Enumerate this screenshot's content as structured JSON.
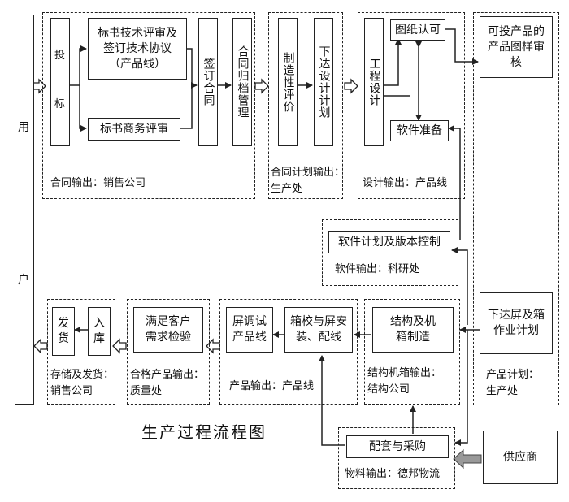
{
  "title": "生产过程流程图",
  "user": {
    "top": "用",
    "bottom": "户"
  },
  "contract": {
    "bid": {
      "top": "投",
      "bottom": "标"
    },
    "tech_review": "标书技术评审及签订技术协议（产品线）",
    "commercial_review": "标书商务评审",
    "sign": "签订合同",
    "archive": "合同归档管理",
    "output": "合同输出：销售公司"
  },
  "plan": {
    "evaluation": "制造性评价",
    "issue_design": "下达设计计划",
    "output_line1": "合同计划输出：",
    "output_line2": "生产处"
  },
  "design": {
    "engineering": "工程设计",
    "drawing_approval": "图纸认可",
    "software_prep": "软件准备",
    "output": "设计输出：产品线"
  },
  "drawing_review": "可投产品的产品图样审核",
  "software": {
    "plan": "软件计划及版本控制",
    "output": "软件输出：科研处"
  },
  "production_plan": {
    "issue": "下达屏及箱作业计划",
    "output_line1": "产品计划：",
    "output_line2": "生产处"
  },
  "structure": {
    "box": "结构及机箱制造",
    "output_line1": "结构机箱输出：",
    "output_line2": "结构公司"
  },
  "product": {
    "calibrate": "箱校与屏安装、配线",
    "debug": "屏调试产品线",
    "output": "产品输出：产品线"
  },
  "quality": {
    "inspection": "满足客户需求检验",
    "output_line1": "合格产品输出：",
    "output_line2": "质量处"
  },
  "storage": {
    "ship": "发货",
    "stock": "入库",
    "output_line1": "存储及发货：",
    "output_line2": "销售公司"
  },
  "purchase": {
    "box": "配套与采购",
    "output": "物料输出：德邦物流"
  },
  "supplier": "供应商"
}
